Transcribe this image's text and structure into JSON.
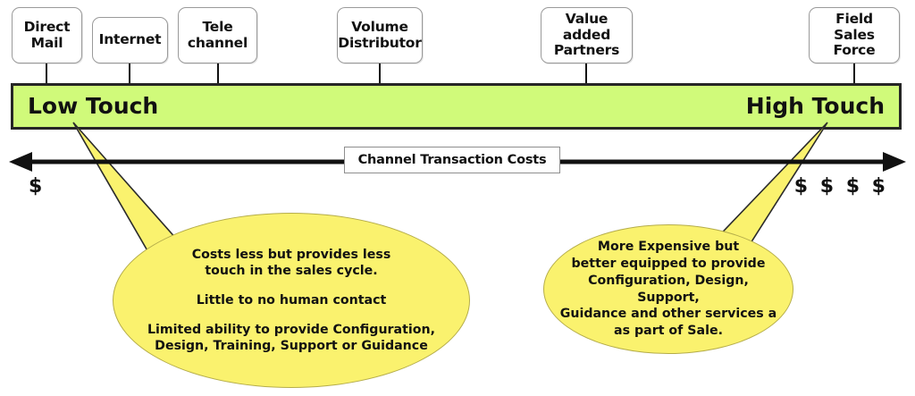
{
  "diagram": {
    "title": "Channel Touch vs Transaction Cost Spectrum",
    "colors": {
      "spectrum_bar": "#d0fa7a",
      "callout_fill": "#faf26e",
      "outline": "#262626",
      "box_fill": "#ffffff"
    }
  },
  "channels": [
    {
      "id": "direct-mail",
      "lines": [
        "Direct",
        "Mail"
      ]
    },
    {
      "id": "internet",
      "lines": [
        "Internet"
      ]
    },
    {
      "id": "tele-channel",
      "lines": [
        "Tele",
        "channel"
      ]
    },
    {
      "id": "volume-distributor",
      "lines": [
        "Volume",
        "Distributor"
      ]
    },
    {
      "id": "value-added-partners",
      "lines": [
        "Value added",
        "Partners"
      ]
    },
    {
      "id": "field-sales-force",
      "lines": [
        "Field",
        "Sales Force"
      ]
    }
  ],
  "spectrum": {
    "left_label": "Low Touch",
    "right_label": "High Touch"
  },
  "axis": {
    "label": "Channel Transaction Costs",
    "low_cost_marker": "$",
    "high_cost_marker": "$ $ $ $"
  },
  "callouts": {
    "low_touch": {
      "paragraphs": [
        "Costs less but provides less\ntouch in the sales cycle.",
        "Little to no human contact",
        "Limited ability to provide Configuration,\nDesign, Training, Support or Guidance"
      ]
    },
    "high_touch": {
      "paragraphs": [
        "More Expensive but\nbetter equipped to provide\nConfiguration, Design, Support,\nGuidance and other services a\nas part of Sale."
      ]
    }
  }
}
